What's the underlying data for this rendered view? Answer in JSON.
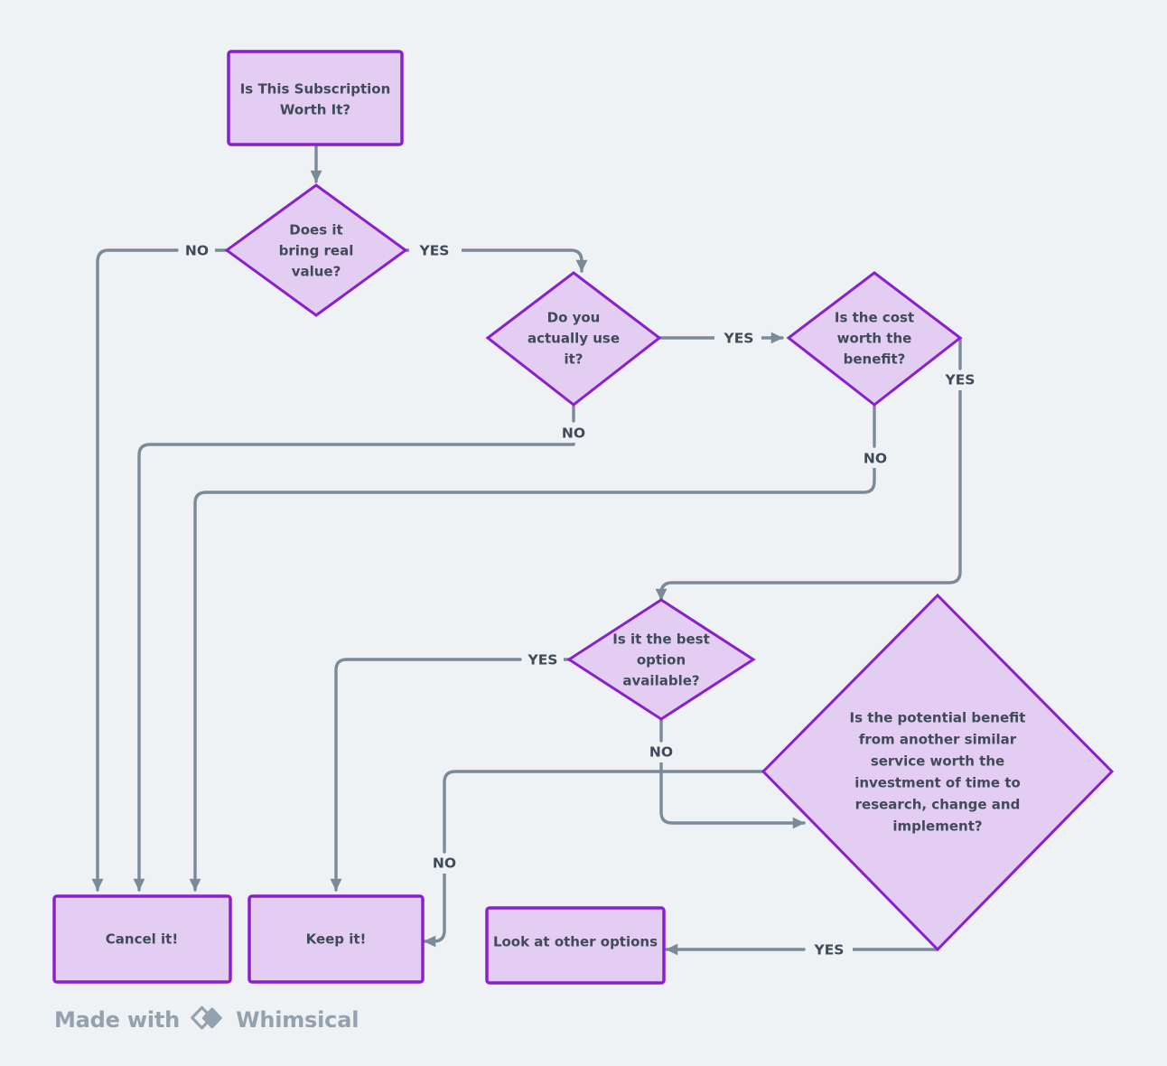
{
  "diagram": {
    "title": "Is This Subscription Worth It?",
    "background_color": "#eef2f5",
    "node_fill": "#e4cdf2",
    "node_stroke": "#8a1fd0",
    "edge_color": "#7b8a99",
    "text_color": "#3f4b58"
  },
  "nodes": {
    "start": {
      "label": "Is This Subscription Worth It?",
      "lines": [
        "Is This Subscription",
        "Worth It?"
      ],
      "shape": "rectangle"
    },
    "value": {
      "label": "Does it bring real value?",
      "lines": [
        "Does it",
        "bring real",
        "value?"
      ],
      "shape": "diamond"
    },
    "use": {
      "label": "Do you actually use it?",
      "lines": [
        "Do you",
        "actually use",
        "it?"
      ],
      "shape": "diamond"
    },
    "cost": {
      "label": "Is the cost worth the benefit?",
      "lines": [
        "Is the cost",
        "worth the",
        "benefit?"
      ],
      "shape": "diamond"
    },
    "best": {
      "label": "Is it the best option available?",
      "lines": [
        "Is it the best",
        "option",
        "available?"
      ],
      "shape": "diamond"
    },
    "potential": {
      "label": "Is the potential benefit from another similar service worth the investment of time to research, change and implement?",
      "lines": [
        "Is the potential benefit",
        "from another similar",
        "service worth the",
        "investment of time to",
        "research, change and",
        "implement?"
      ],
      "shape": "diamond"
    },
    "cancel": {
      "label": "Cancel it!",
      "lines": [
        "Cancel it!"
      ],
      "shape": "rectangle"
    },
    "keep": {
      "label": "Keep it!",
      "lines": [
        "Keep it!"
      ],
      "shape": "rectangle"
    },
    "look": {
      "label": "Look at other options",
      "lines": [
        "Look at other options"
      ],
      "shape": "rectangle"
    }
  },
  "edges": [
    {
      "id": "start-value",
      "from": "start",
      "to": "value",
      "label": ""
    },
    {
      "id": "value-no",
      "from": "value",
      "to": "cancel",
      "label": "NO"
    },
    {
      "id": "value-yes",
      "from": "value",
      "to": "use",
      "label": "YES"
    },
    {
      "id": "use-yes",
      "from": "use",
      "to": "cost",
      "label": "YES"
    },
    {
      "id": "use-no",
      "from": "use",
      "to": "cancel",
      "label": "NO"
    },
    {
      "id": "cost-no",
      "from": "cost",
      "to": "cancel",
      "label": "NO"
    },
    {
      "id": "cost-yes",
      "from": "cost",
      "to": "best",
      "label": "YES"
    },
    {
      "id": "best-yes",
      "from": "best",
      "to": "keep",
      "label": "YES"
    },
    {
      "id": "best-no",
      "from": "best",
      "to": "potential",
      "label": "NO"
    },
    {
      "id": "potential-no",
      "from": "potential",
      "to": "keep",
      "label": "NO"
    },
    {
      "id": "potential-yes",
      "from": "potential",
      "to": "look",
      "label": "YES"
    }
  ],
  "footer": {
    "made_with": "Made with",
    "brand": "Whimsical",
    "icon": "whimsical-diamond-logo"
  }
}
